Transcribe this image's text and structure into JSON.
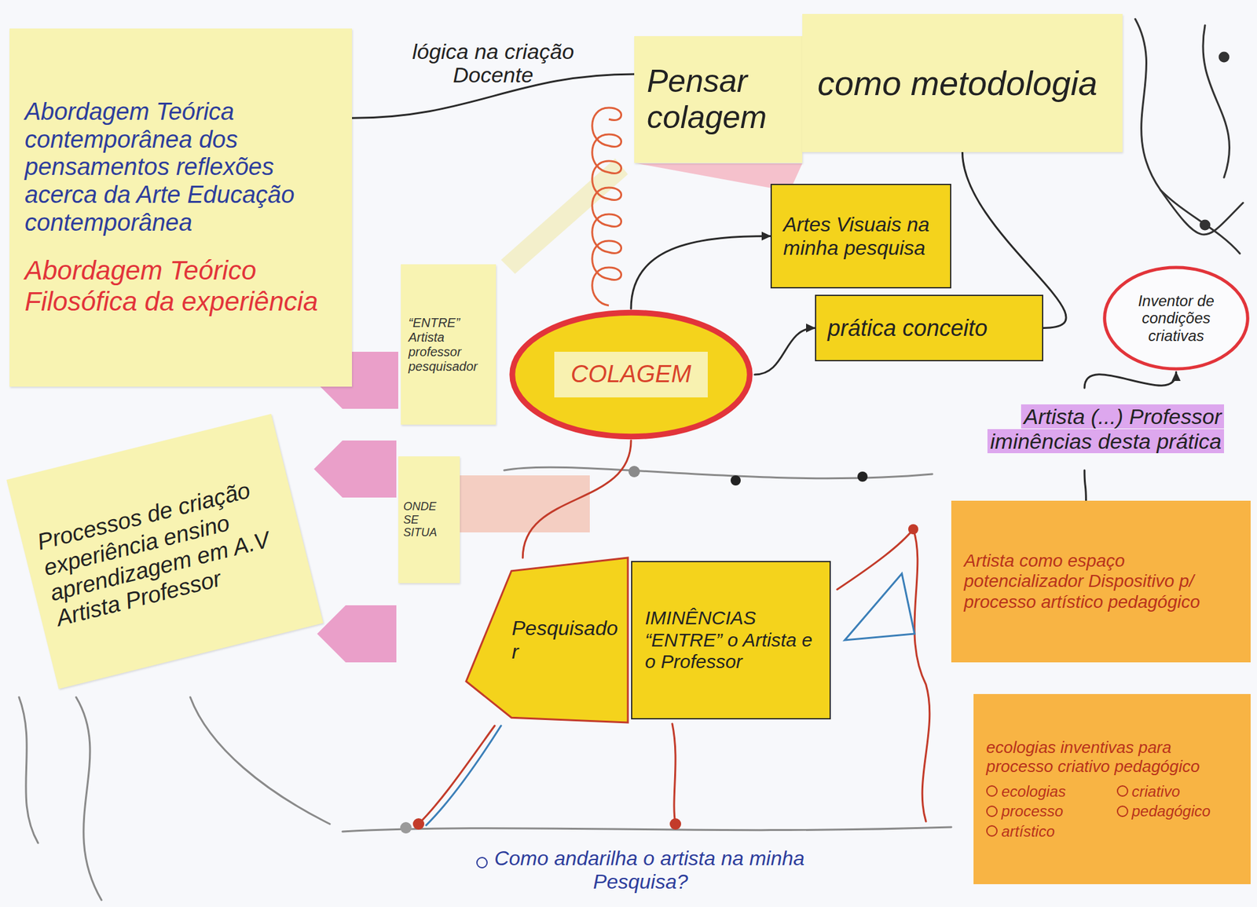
{
  "diagram": {
    "nodes": [
      {
        "text": [
          "Abordagem Teórica contemporânea dos pensamentos reflexões acerca da Arte Educação contemporânea",
          "Abordagem Teórico Filosófica da experiência"
        ]
      },
      {
        "text": [
          "Pensar colagem"
        ]
      },
      {
        "text": [
          "como metodologia"
        ]
      },
      {
        "text": [
          "Artes Visuais na minha pesquisa"
        ]
      },
      {
        "text": [
          "prática conceito"
        ]
      },
      {
        "text": [
          "COLAGEM"
        ]
      },
      {
        "text": [
          "“ENTRE” Artista professor pesquisador"
        ]
      },
      {
        "text": [
          "Processos de criação experiência ensino aprendizagem em A.V Artista Professor"
        ]
      },
      {
        "text": [
          "ONDE SE SITUA"
        ]
      },
      {
        "text": [
          "Pesquisador"
        ]
      },
      {
        "text": [
          "IMINÊNCIAS “ENTRE” o Artista e o Professor"
        ]
      },
      {
        "text": [
          "Inventor de condições criativas"
        ]
      },
      {
        "text": [
          "Artista (...) Professor iminências desta prática"
        ]
      },
      {
        "text": [
          "Artista como espaço potencializador Dispositivo p/ processo artístico pedagógico"
        ]
      },
      {
        "text": [
          "ecologias inventivas para processo criativo pedagógico",
          "ecologias",
          "criativo",
          "processo",
          "pedagógico",
          "artístico"
        ]
      }
    ],
    "edges": [
      {
        "from": 0,
        "to": 1,
        "arrow": "none",
        "label": "lógica na criação Docente"
      },
      {
        "from": 5,
        "to": 3,
        "arrow": "to"
      },
      {
        "from": 5,
        "to": 4,
        "arrow": "to"
      },
      {
        "from": 5,
        "to": 9,
        "arrow": "none"
      },
      {
        "from": 2,
        "to": 4,
        "arrow": "none"
      },
      {
        "from": 12,
        "to": 11,
        "arrow": "to"
      },
      {
        "from": 12,
        "to": 13,
        "arrow": "none"
      }
    ],
    "labels": [
      "Como andarilha o artista na minha Pesquisa?"
    ]
  }
}
